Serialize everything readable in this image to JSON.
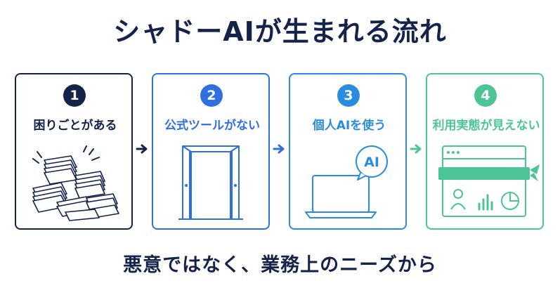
{
  "title": "シャドーAIが生まれる流れ",
  "steps": [
    {
      "number": "1",
      "label": "困りごとがある",
      "color": "#15224a",
      "icon": "paper-stacks-icon"
    },
    {
      "number": "2",
      "label": "公式ツールがない",
      "color": "#2f6fe0",
      "icon": "open-door-icon"
    },
    {
      "number": "3",
      "label": "個人AIを使う",
      "color": "#2a8ce0",
      "icon": "laptop-ai-icon",
      "badge": "AI"
    },
    {
      "number": "4",
      "label": "利用実態が見えない",
      "color": "#4cc596",
      "icon": "blindfolded-dashboard-icon"
    }
  ],
  "footer": "悪意ではなく、業務上のニーズから"
}
